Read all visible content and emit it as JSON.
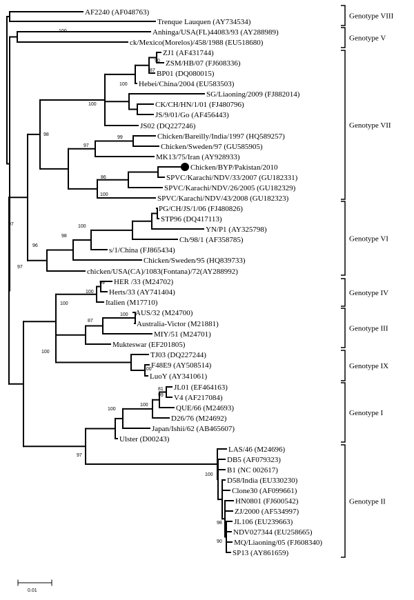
{
  "tips": [
    "AF2240 (AF048763)",
    "Trenque Lauquen (AY734534)",
    "Anhinga/USA(FL)44083/93 (AY288989)",
    "ck/Mexico(Morelos)/458/1988 (EU518680)",
    "ZJ1 (AF431744)",
    "ZSM/HB/07 (FJ608336)",
    "BP01 (DQ080015)",
    "Hebei/China/2004 (EU583503)",
    "SG/Liaoning/2009 (FJ882014)",
    "CK/CH/HN/1/01 (FJ480796)",
    "JS/9/01/Go (AF456443)",
    "JS02 (DQ227246)",
    "Chicken/Bareilly/India/1997 (HQ589257)",
    "Chicken/Sweden/97 (GU585905)",
    "MK13/75/Iran (AY928933)",
    "Chicken/BYP/Pakistan/2010",
    "SPVC/Karachi/NDV/33/2007 (GU182331)",
    "SPVC/Karachi/NDV/26/2005 (GU182329)",
    "SPVC/Karachi/NDV/43/2008 (GU182323)",
    "PG/CH/JS/1/06 (FJ480826)",
    "STP96 (DQ417113)",
    "YN/P1 (AY325798)",
    "Ch/98/1 (AF358785)",
    "s/1/China (FJ865434)",
    "Chicken/Sweden/95 (HQ839733)",
    "chicken/USA(CA)/1083(Fontana)/72(AY288992)",
    "HER /33 (M24702)",
    "Herts/33 (AY741404)",
    "Italien (M17710)",
    "AUS/32 (M24700)",
    "Australia-Victor (M21881)",
    "MIY/51 (M24701)",
    "Mukteswar (EF201805)",
    "TJ03 (DQ227244)",
    "F48E9 (AY508514)",
    "LuoY (AY341061)",
    "JL01 (EF464163)",
    "V4 (AF217084)",
    "QUE/66 (M24693)",
    "D26/76 (M24692)",
    "Japan/Ishii/62 (AB465607)",
    "Ulster (D00243)",
    "LAS/46 (M24696)",
    "DB5 (AF079323)",
    "B1 (NC 002617)",
    "D58/India (EU330230)",
    "Clone30 (AF099661)",
    "HN0801 (FJ600542)",
    "ZJ/2000 (AF534997)",
    "JL106 (EU239663)",
    "NDV027344 (EU258665)",
    "MQ/Liaoning/05 (FJ608340)",
    "SP13 (AY861659)"
  ],
  "bootstrap": [
    "100",
    "90",
    "87",
    "100",
    "100",
    "98",
    "99",
    "97",
    "86",
    "100",
    "97",
    "100",
    "98",
    "96",
    "97",
    "99",
    "100",
    "100",
    "87",
    "100",
    "100",
    "81",
    "99",
    "100",
    "100",
    "97",
    "100",
    "98",
    "90",
    "100"
  ],
  "genotypes": [
    "Genotype VIII",
    "Genotype V",
    "Genotype VII",
    "Genotype VI",
    "Genotype IV",
    "Genotype III",
    "Genotype IX",
    "Genotype I",
    "Genotype II"
  ],
  "scale_label": "0.01"
}
